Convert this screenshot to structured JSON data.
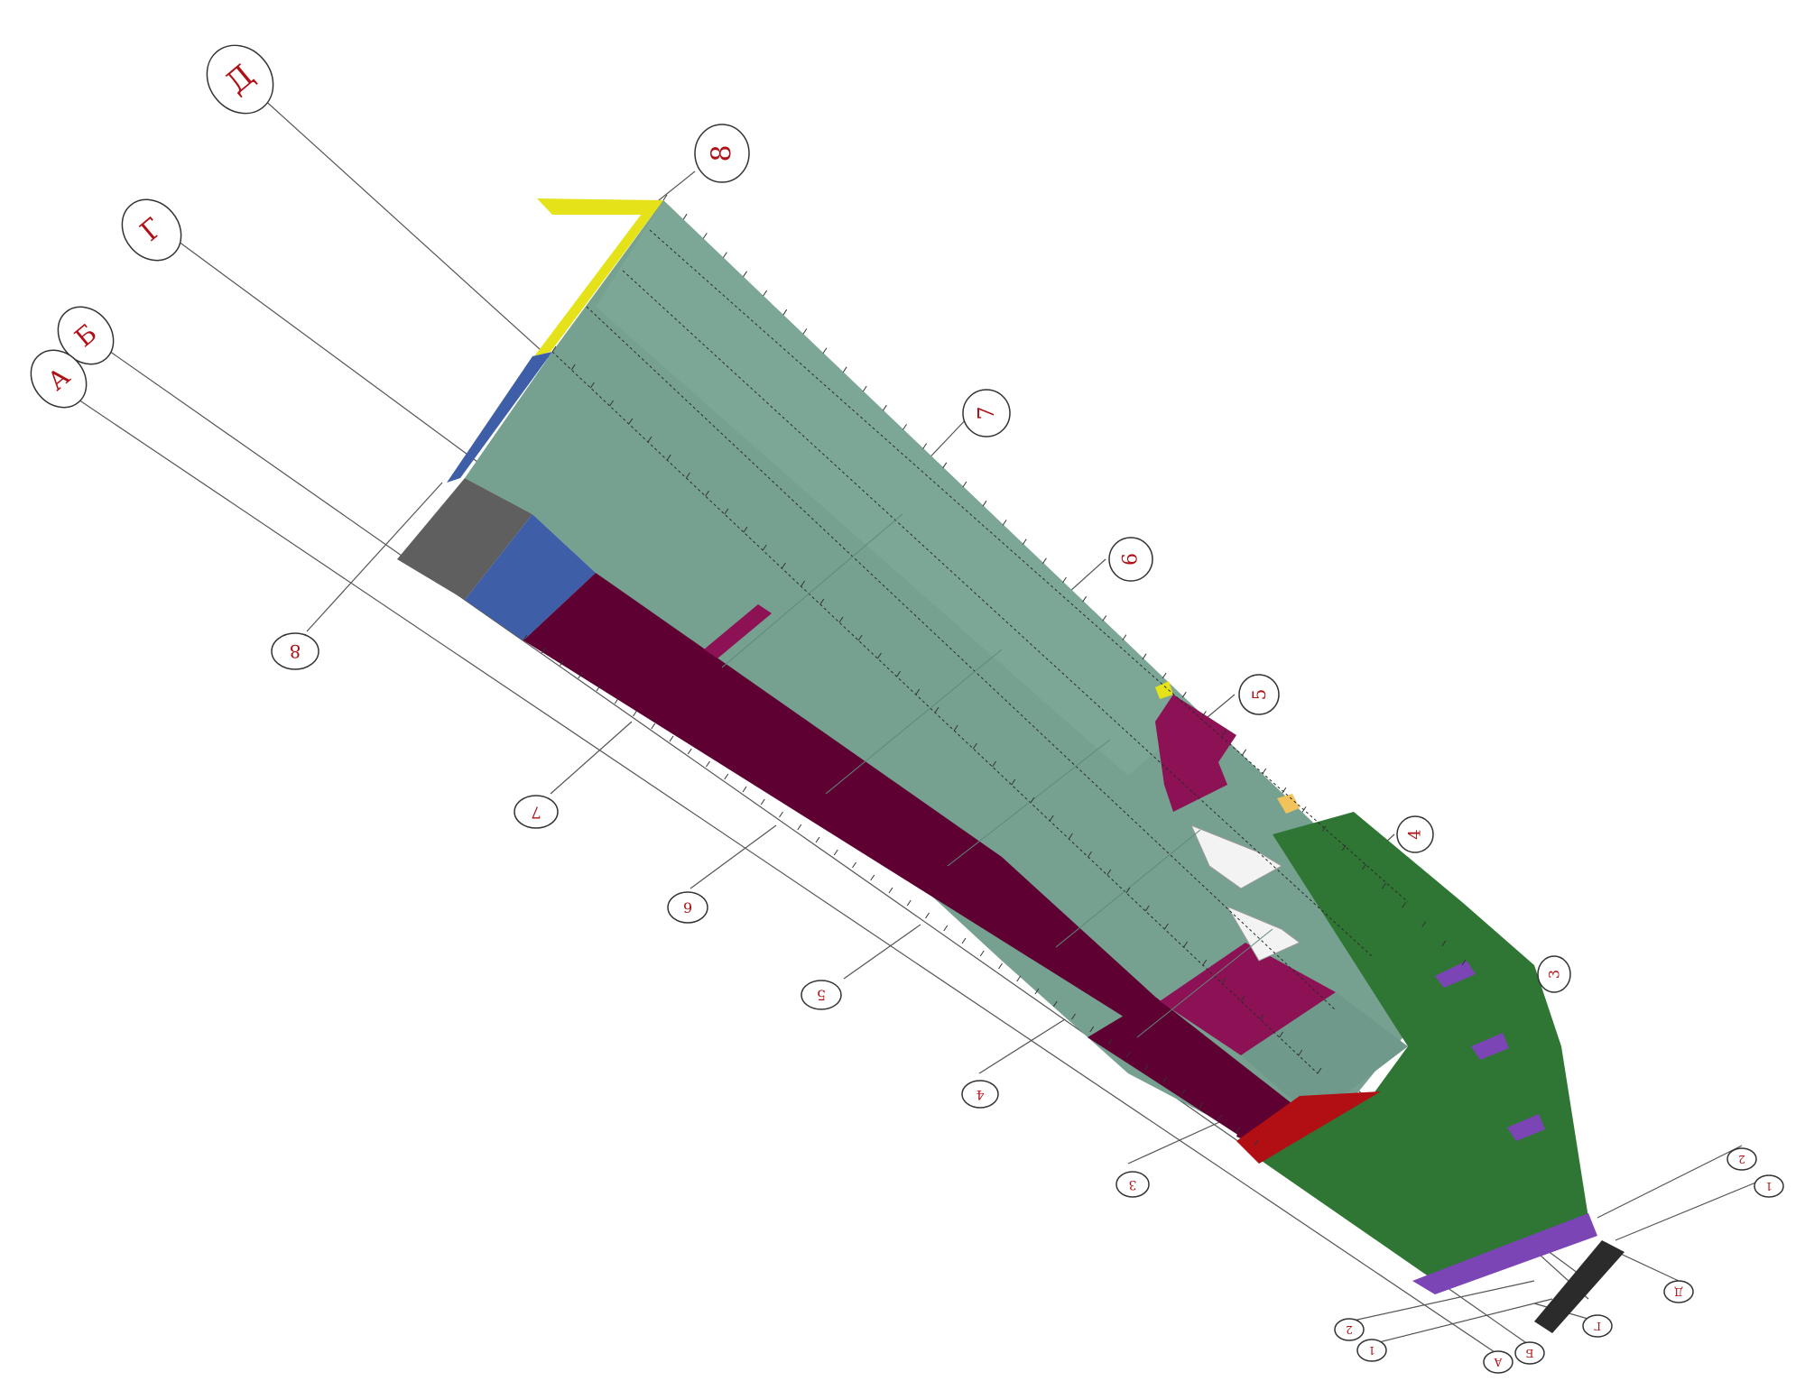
{
  "colors": {
    "background": "#ffffff",
    "slab_teal": "#76a08f",
    "slab_teal_dark": "#5f877a",
    "wall_maroon": "#5e0032",
    "wall_magenta": "#8c1155",
    "floor_green": "#2f7634",
    "edge_purple": "#7b45b6",
    "accent_red": "#b10f13",
    "accent_blue": "#3e5fa8",
    "accent_gray": "#5f5f5f",
    "accent_yellow": "#e6e21a",
    "accent_orange": "#f2c35a",
    "label_red": "#b01015"
  },
  "axis_labels": {
    "top_d": "Д",
    "top_8": "8",
    "top_g": "Г",
    "top_b": "Б",
    "top_a": "А",
    "mid_7": "7",
    "mid_6": "6",
    "mid_5": "5",
    "mid_4": "4",
    "mid_3": "3",
    "low_8": "8",
    "low_7": "7",
    "low_6": "6",
    "low_5": "5",
    "low_4": "4",
    "low_3": "3",
    "br_2": "2",
    "br_1": "1",
    "br_d": "Д",
    "bot_2": "2",
    "bot_1": "1",
    "bot_g": "Г",
    "bot_a": "А",
    "bot_b": "Б"
  }
}
